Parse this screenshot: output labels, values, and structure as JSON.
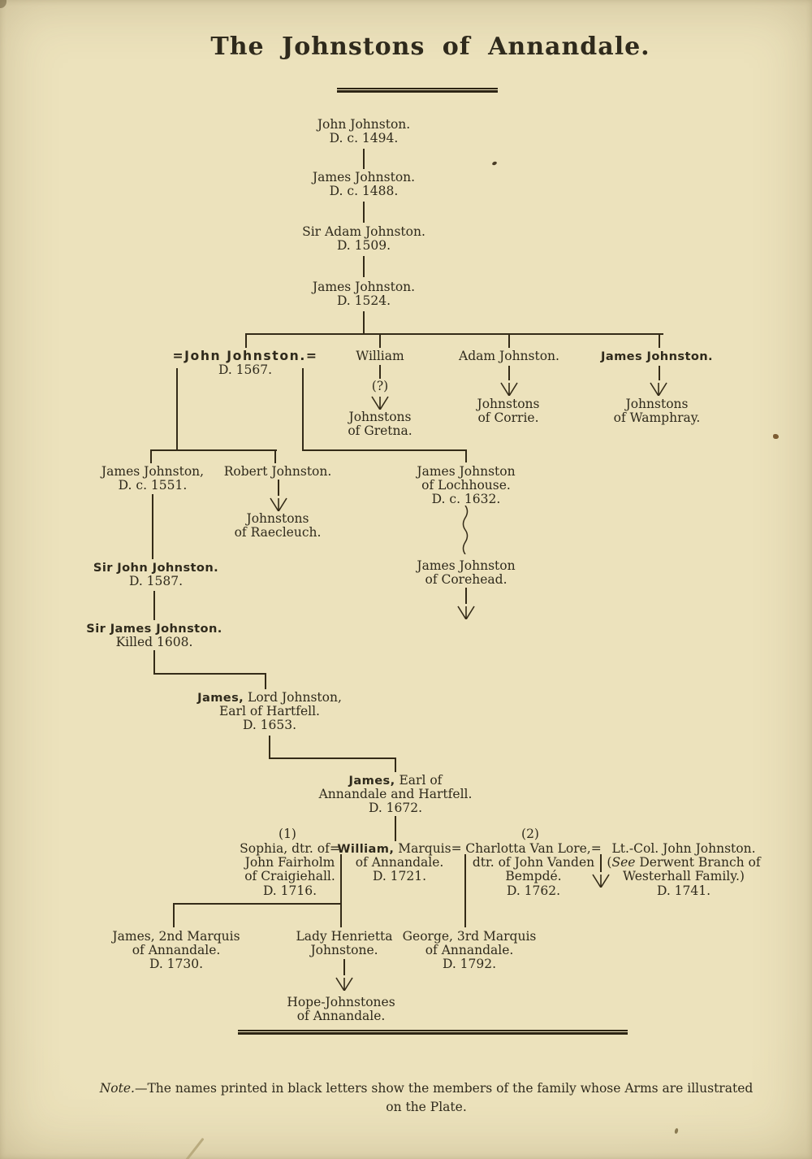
{
  "title": "The Johnstons of Annandale.",
  "colors": {
    "paper": "#e9dfb8",
    "ink": "#2f2a1c"
  },
  "icons": {
    "descendants": "three-line-fan-trident",
    "uncertain_descent": "wavy-vertical-line"
  },
  "nodes": {
    "gen1": {
      "line1": "John Johnston.",
      "line2": "D. c. 1494."
    },
    "gen2": {
      "line1": "James Johnston.",
      "line2": "D. c. 1488."
    },
    "gen3": {
      "line1": "Sir Adam Johnston.",
      "line2": "D. 1509."
    },
    "gen4": {
      "line1": "James Johnston.",
      "line2": "D. 1524."
    },
    "john1567": {
      "line1": "=John Johnston.=",
      "line2": "D. 1567."
    },
    "william_gretna": {
      "line1": "William",
      "uncertain": "(?)",
      "desc1": "Johnstons",
      "desc2": "of Gretna."
    },
    "adam_corrie": {
      "line1": "Adam Johnston.",
      "desc1": "Johnstons",
      "desc2": "of Corrie."
    },
    "james_wamphray": {
      "line1": "James Johnston.",
      "desc1": "Johnstons",
      "desc2": "of Wamphray."
    },
    "james1551": {
      "line1": "James Johnston,",
      "line2": "D. c. 1551."
    },
    "robert": {
      "line1": "Robert Johnston.",
      "desc1": "Johnstons",
      "desc2": "of Raecleuch."
    },
    "lochhouse": {
      "line1": "James Johnston",
      "line2": "of Lochhouse.",
      "line3": "D. c. 1632."
    },
    "corehead": {
      "line1": "James Johnston",
      "line2": "of Corehead."
    },
    "sirjohn": {
      "line1": "Sir John Johnston.",
      "line2": "D. 1587."
    },
    "sirjames": {
      "line1": "Sir James Johnston.",
      "line2": "Killed 1608."
    },
    "lordjames": {
      "bold": "James,",
      "rest": " Lord Johnston,",
      "line2": "Earl of Hartfell.",
      "line3": "D. 1653."
    },
    "earljames": {
      "bold": "James,",
      "rest": " Earl of",
      "line2": "Annandale and Hartfell.",
      "line3": "D. 1672."
    },
    "sophia": {
      "marker": "(1)",
      "line1": "Sophia, dtr. of=",
      "line2": "John Fairholm",
      "line3": "of Craigiehall.",
      "line4": "D. 1716."
    },
    "william_marquis": {
      "bold": "William,",
      "rest": " Marquis=",
      "line2": "of Annandale.",
      "line3": "D. 1721."
    },
    "charlotta": {
      "marker": "(2)",
      "line1": "Charlotta Van Lore,=",
      "line2": "dtr. of John Vanden",
      "line3": "Bempdé.",
      "line4": "D. 1762."
    },
    "ltcol": {
      "line1": "Lt.-Col. John Johnston.",
      "line2_pre": "(",
      "line2_italic": "See",
      "line2_rest": " Derwent Branch of",
      "line3": "Westerhall Family.)",
      "line4": "D. 1741."
    },
    "james2nd": {
      "line1": "James, 2nd Marquis",
      "line2": "of Annandale.",
      "line3": "D. 1730."
    },
    "henrietta": {
      "line1": "Lady Henrietta",
      "line2": "Johnstone.",
      "desc1": "Hope-Johnstones",
      "desc2": "of Annandale."
    },
    "george3rd": {
      "line1": "George, 3rd Marquis",
      "line2": "of Annandale.",
      "line3": "D. 1792."
    }
  },
  "note": {
    "label": "Note.",
    "text": "—The names printed in black letters show the members of the family whose Arms are illustrated",
    "text2": "on the Plate."
  }
}
